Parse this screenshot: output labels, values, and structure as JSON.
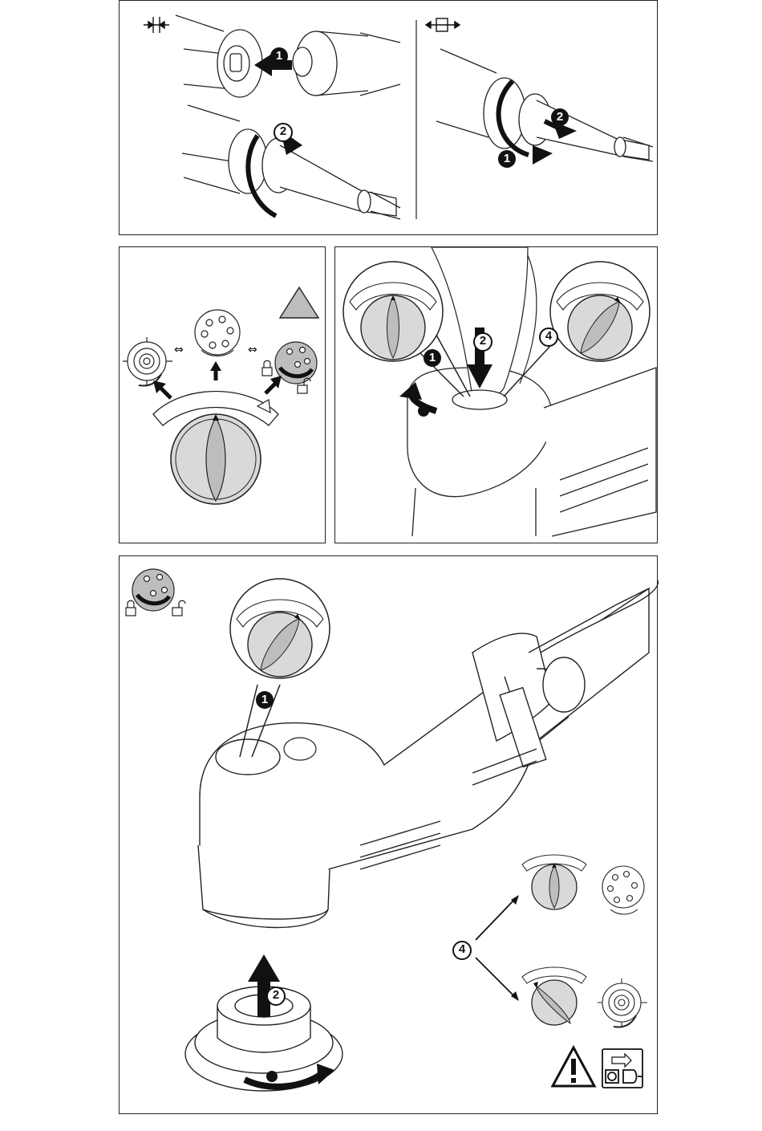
{
  "page": {
    "background": "#ffffff",
    "line_color": "#222222",
    "dial_fill": "#d9d9d9",
    "grip_fill": "#bdbdbd"
  },
  "panel_top": {
    "left_icon": "connect-icon",
    "right_icon": "disconnect-icon",
    "left_steps": [
      "1",
      "2"
    ],
    "right_steps": [
      "1",
      "2"
    ]
  },
  "panel_mid_left": {
    "icons": [
      "warning-triangle-icon",
      "rotary-mode-icon",
      "eccentric-mode-icon",
      "lock-icon",
      "unlock-icon",
      "mode-dial-icon"
    ]
  },
  "panel_mid_right": {
    "steps": [
      "1",
      "2",
      "4"
    ]
  },
  "panel_bottom": {
    "steps": [
      "1",
      "2",
      "4"
    ],
    "icons": [
      "lock-icon",
      "unlock-icon",
      "sanding-pad-icon",
      "warning-icon",
      "unplug-icon"
    ]
  }
}
